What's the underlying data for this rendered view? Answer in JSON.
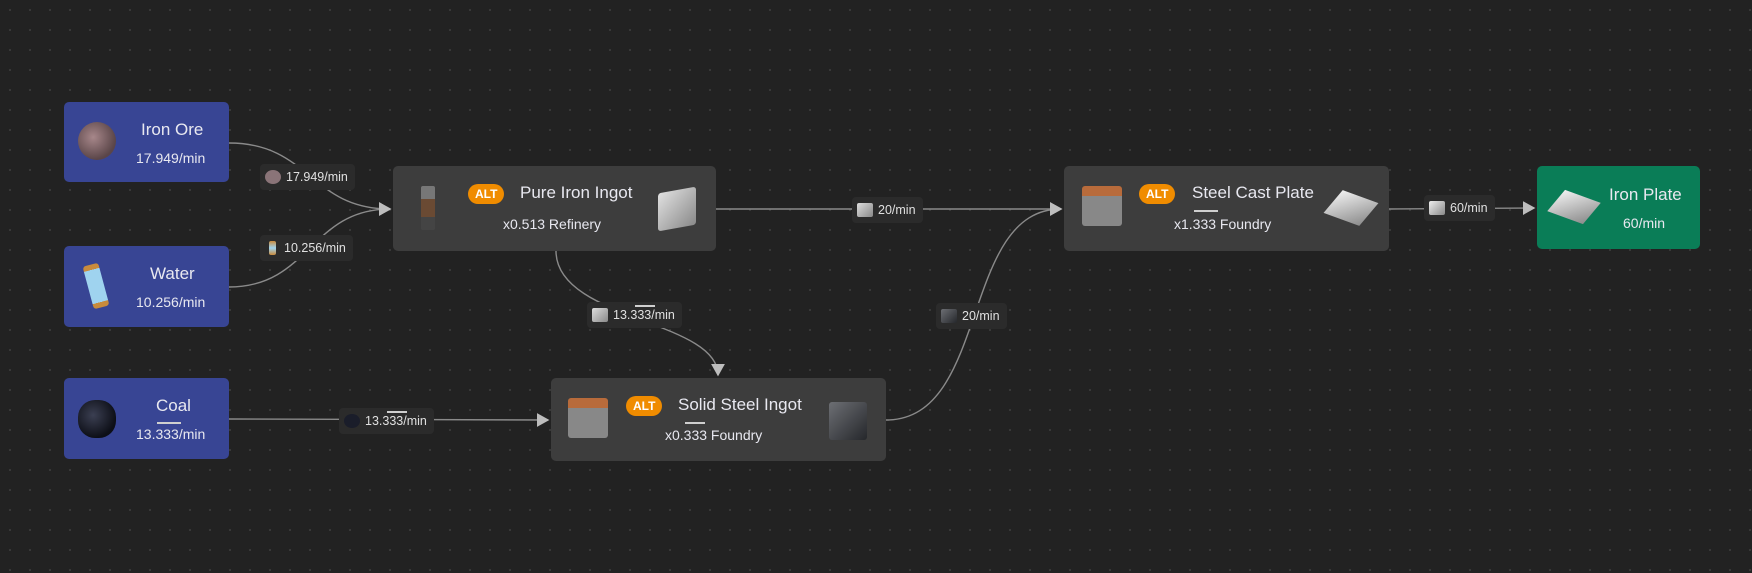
{
  "colors": {
    "resource": "#384594",
    "output": "#0a7d57",
    "recipe": "#3d3d3d",
    "alt": "#f08c00",
    "edge": "#8a8a8a",
    "background": "#222222"
  },
  "resources": [
    {
      "name": "Iron Ore",
      "rate": "17.949/min",
      "icon": "iron-ore-icon"
    },
    {
      "name": "Water",
      "rate": "10.256/min",
      "icon": "water-icon"
    },
    {
      "name": "Coal",
      "rate": "13.333/min",
      "icon": "coal-icon"
    }
  ],
  "recipes": [
    {
      "badge": "ALT",
      "name": "Pure Iron Ingot",
      "machine": "x0.513 Refinery",
      "machine_icon": "refinery-icon",
      "product_icon": "iron-ingot-icon"
    },
    {
      "badge": "ALT",
      "name": "Solid Steel Ingot",
      "machine": "x0.333 Foundry",
      "machine_icon": "foundry-icon",
      "product_icon": "steel-ingot-icon"
    },
    {
      "badge": "ALT",
      "name": "Steel Cast Plate",
      "machine": "x1.333 Foundry",
      "machine_icon": "foundry-icon",
      "product_icon": "iron-plate-icon"
    }
  ],
  "output": {
    "name": "Iron Plate",
    "rate": "60/min",
    "icon": "iron-plate-icon"
  },
  "edges": [
    {
      "from": "Iron Ore",
      "to": "Pure Iron Ingot",
      "label": "17.949/min"
    },
    {
      "from": "Water",
      "to": "Pure Iron Ingot",
      "label": "10.256/min"
    },
    {
      "from": "Pure Iron Ingot",
      "to": "Steel Cast Plate",
      "label": "20/min"
    },
    {
      "from": "Pure Iron Ingot",
      "to": "Solid Steel Ingot",
      "label": "13.333/min"
    },
    {
      "from": "Solid Steel Ingot",
      "to": "Steel Cast Plate",
      "label": "20/min"
    },
    {
      "from": "Coal",
      "to": "Solid Steel Ingot",
      "label": "13.333/min"
    },
    {
      "from": "Steel Cast Plate",
      "to": "Iron Plate",
      "label": "60/min"
    }
  ]
}
